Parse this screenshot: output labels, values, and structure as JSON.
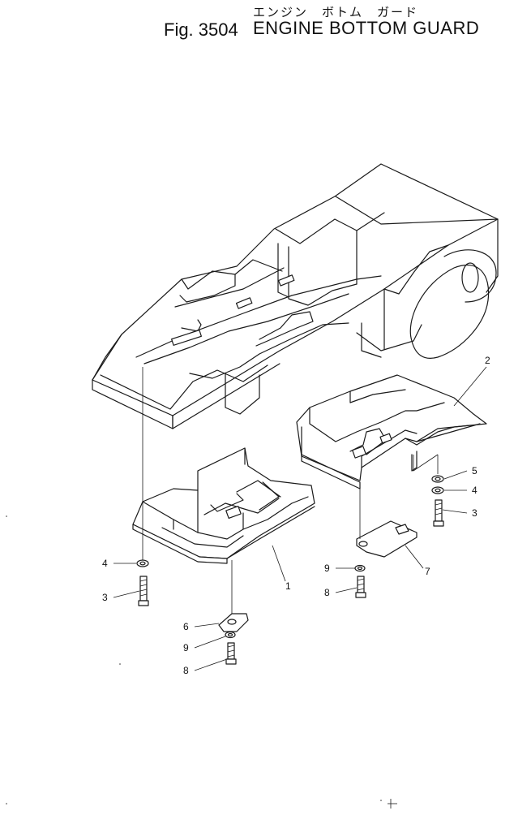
{
  "title": {
    "japanese": "エンジン　ボトム　ガード",
    "figure": "Fig. 3504",
    "name": "ENGINE BOTTOM GUARD"
  },
  "callouts": {
    "c1": "1",
    "c2": "2",
    "c3a": "3",
    "c3b": "3",
    "c4a": "4",
    "c4b": "4",
    "c5": "5",
    "c6": "6",
    "c7": "7",
    "c8a": "8",
    "c8b": "8",
    "c9a": "9",
    "c9b": "9"
  }
}
